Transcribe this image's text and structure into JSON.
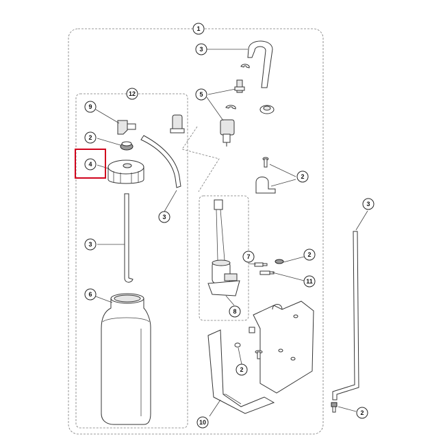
{
  "colors": {
    "highlight": "#d0021b",
    "line": "#333333"
  },
  "callouts": [
    {
      "id": "c1",
      "label": "1"
    },
    {
      "id": "c3a",
      "label": "3"
    },
    {
      "id": "c12",
      "label": "12"
    },
    {
      "id": "c5",
      "label": "5"
    },
    {
      "id": "c9",
      "label": "9"
    },
    {
      "id": "c2a",
      "label": "2"
    },
    {
      "id": "c4",
      "label": "4"
    },
    {
      "id": "c3b",
      "label": "3"
    },
    {
      "id": "c2b",
      "label": "2"
    },
    {
      "id": "c3c",
      "label": "3"
    },
    {
      "id": "c3d",
      "label": "3"
    },
    {
      "id": "c7",
      "label": "7"
    },
    {
      "id": "c2c",
      "label": "2"
    },
    {
      "id": "c11",
      "label": "11"
    },
    {
      "id": "c6",
      "label": "6"
    },
    {
      "id": "c8",
      "label": "8"
    },
    {
      "id": "c2d",
      "label": "2"
    },
    {
      "id": "c10",
      "label": "10"
    },
    {
      "id": "c2e",
      "label": "2"
    }
  ],
  "highlighted_callout": "4"
}
